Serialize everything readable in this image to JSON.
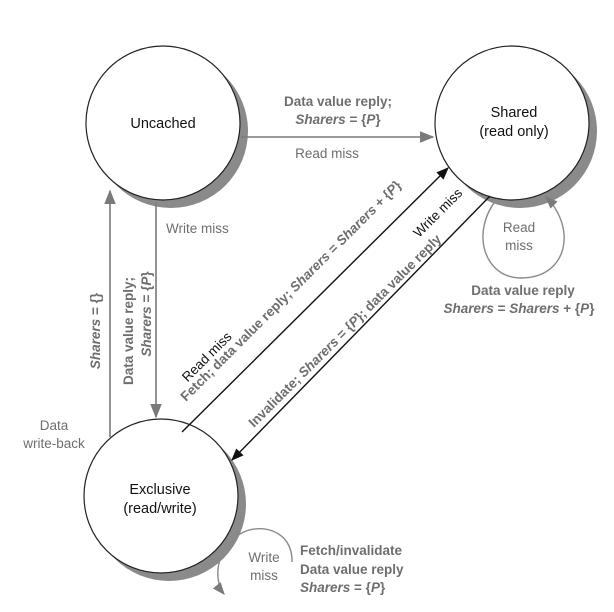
{
  "states": {
    "uncached": {
      "line1": "Uncached"
    },
    "shared": {
      "line1": "Shared",
      "line2": "(read only)"
    },
    "exclusive": {
      "line1": "Exclusive",
      "line2": "(read/write)"
    }
  },
  "labels": {
    "u_to_s_reply": "Data value reply;",
    "u_to_s_sharers_a": "Sharers",
    "u_to_s_sharers_b": " = {",
    "u_to_s_sharers_c": "P",
    "u_to_s_sharers_d": "}",
    "u_to_s_miss": "Read miss",
    "u_to_e_miss": "Write miss",
    "u_to_e_reply": "Data value reply;",
    "u_to_e_sharers_a": "Sharers",
    "u_to_e_sharers_b": " = {",
    "u_to_e_sharers_c": "P",
    "u_to_e_sharers_d": "}",
    "e_to_u_sharers_a": "Sharers",
    "e_to_u_sharers_b": " = {}",
    "e_to_u_data1": "Data",
    "e_to_u_data2": "write-back",
    "e_to_s_miss": "Read miss",
    "e_to_s_fetch": "Fetch; data value reply; ",
    "e_to_s_sh1": "Sharers",
    "e_to_s_eq": " = ",
    "e_to_s_sh2": "Sharers",
    "e_to_s_plus": " + {",
    "e_to_s_p": "P",
    "e_to_s_close": "}",
    "s_to_e_miss": "Write miss",
    "s_to_e_inval": "Invalidate; ",
    "s_to_e_sh": "Sharers",
    "s_to_e_eq": " = {",
    "s_to_e_p": "P",
    "s_to_e_rest": "}; data value reply",
    "s_self_read": "Read",
    "s_self_miss": "miss",
    "s_reply": "Data value reply",
    "s_reply_sh1": "Sharers",
    "s_reply_eq": " = ",
    "s_reply_sh2": "Sharers",
    "s_reply_plus": " + {",
    "s_reply_p": "P",
    "s_reply_close": "}",
    "e_self_write": "Write",
    "e_self_miss": "miss",
    "e_fetch": "Fetch/invalidate",
    "e_reply": "Data value reply",
    "e_sh": "Sharers",
    "e_eq": " = {",
    "e_p": "P",
    "e_close": "}"
  },
  "colors": {
    "arrow_gray": "#7a7a7a",
    "arrow_black": "#111111",
    "node_shadow": "#8a8a8a",
    "text_gray": "#6e6e6e"
  }
}
